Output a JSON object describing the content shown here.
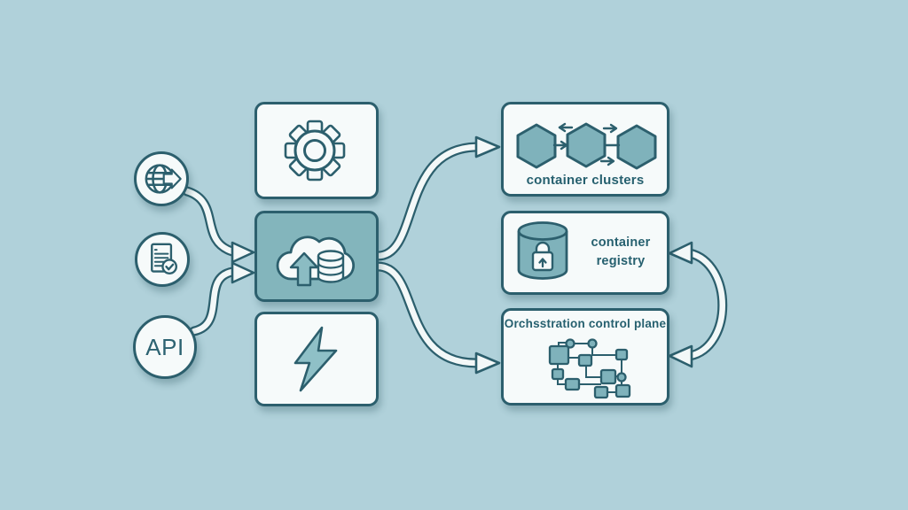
{
  "diagram": {
    "background_color": "#b0d1da",
    "panel_color": "#f6fafa",
    "accent_color": "#83b5bc",
    "shape_color": "#7fb2bb",
    "outline_color": "#2c5f6d",
    "text_color": "#26606f",
    "arrow_fill": "#f3f8f8"
  },
  "left_sources": {
    "globe": {
      "icon": "globe-arrow-icon"
    },
    "document": {
      "icon": "document-check-icon"
    },
    "api": {
      "label": "API"
    }
  },
  "middle_nodes": {
    "gear": {
      "icon": "gear-icon"
    },
    "cloud": {
      "icon": "cloud-upload-database-icon"
    },
    "lightning": {
      "icon": "lightning-bolt-icon"
    }
  },
  "right_nodes": {
    "clusters": {
      "label": "container clusters",
      "icon": "hexagon-cluster-icon"
    },
    "registry": {
      "label_line1": "container",
      "label_line2": "registry",
      "icon": "database-lock-icon"
    },
    "orchestration": {
      "label": "Orchsstration control plane",
      "icon": "network-graph-icon"
    }
  }
}
